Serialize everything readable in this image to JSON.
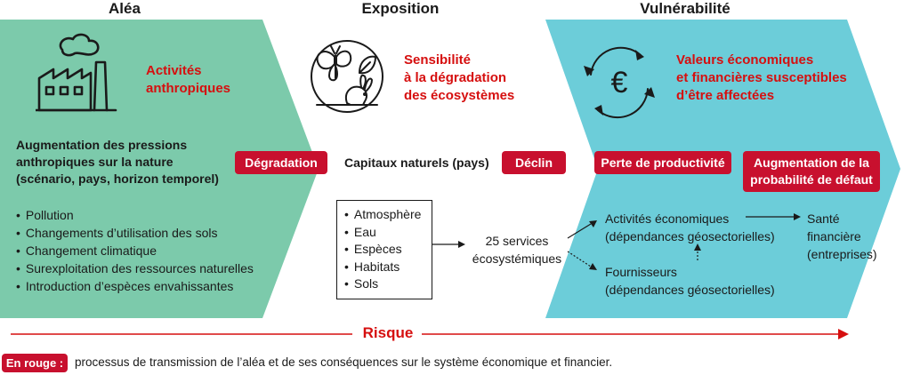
{
  "headers": {
    "alea": "Aléa",
    "exposition": "Exposition",
    "vulnerabilite": "Vulnérabilité"
  },
  "alea": {
    "title": [
      "Activités",
      "anthropiques"
    ],
    "desc": [
      "Augmentation des pressions",
      "anthropiques sur la nature",
      "(scénario, pays, horizon temporel)"
    ],
    "items": [
      "Pollution",
      "Changements d’utilisation des sols",
      "Changement climatique",
      "Surexploitation des ressources naturelles",
      "Introduction d’espèces envahissantes"
    ]
  },
  "exposition": {
    "title": [
      "Sensibilité",
      "à la dégradation",
      "des écosystèmes"
    ],
    "capitaux": "Capitaux naturels (pays)",
    "items": [
      "Atmosphère",
      "Eau",
      "Espèces",
      "Habitats",
      "Sols"
    ],
    "services": [
      "25 services",
      "écosystémiques"
    ]
  },
  "vulnerabilite": {
    "title": [
      "Valeurs économiques",
      "et financières susceptibles",
      "d’être affectées"
    ],
    "activites": [
      "Activités économiques",
      "(dépendances géosectorielles)"
    ],
    "fournisseurs": [
      "Fournisseurs",
      "(dépendances géosectorielles)"
    ],
    "sante": [
      "Santé",
      "financière",
      "(entreprises)"
    ]
  },
  "badges": {
    "degradation": "Dégradation",
    "declin": "Déclin",
    "perte": "Perte de productivité",
    "augmentation": [
      "Augmentation de la",
      "probabilité de défaut"
    ]
  },
  "risk": "Risque",
  "legend": {
    "badge": "En rouge :",
    "text": "processus de transmission de l’aléa et de ses conséquences sur le système économique et financier."
  },
  "icons": {
    "factory": "factory-icon",
    "nature": "butterfly-rabbit-icon",
    "euro": "euro-cycle-icon"
  },
  "colors": {
    "alea_bg": "#7ccaab",
    "vuln_bg": "#6ccdd9",
    "accent": "#d60f0f",
    "badge": "#c8102e"
  }
}
